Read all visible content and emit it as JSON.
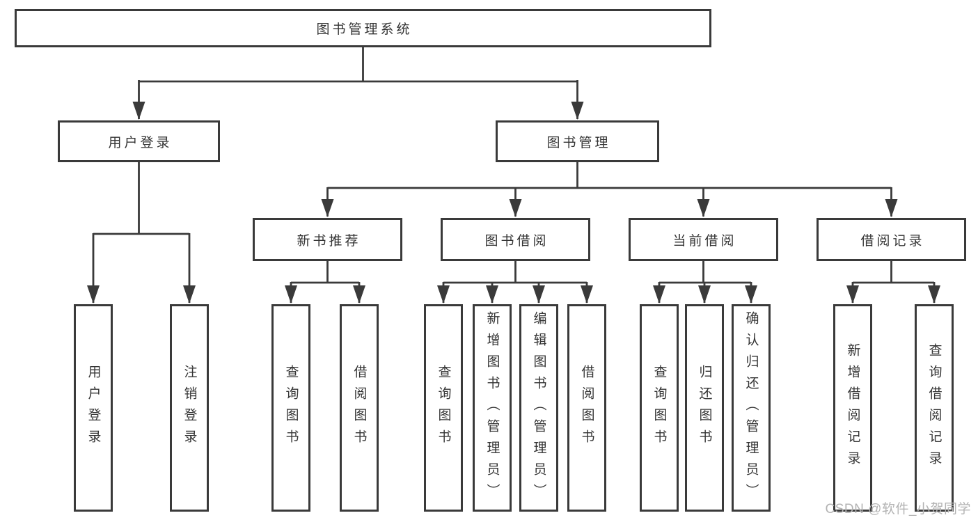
{
  "nodes": {
    "root": {
      "label": "图书管理系统"
    },
    "user_login": {
      "label": "用户登录"
    },
    "book_mgmt": {
      "label": "图书管理"
    },
    "new_book_rec": {
      "label": "新书推荐"
    },
    "book_borrow": {
      "label": "图书借阅"
    },
    "current_borrow": {
      "label": "当前借阅"
    },
    "borrow_records": {
      "label": "借阅记录"
    },
    "leaf_user_login": {
      "label": "用户登录"
    },
    "leaf_logout": {
      "label": "注销登录"
    },
    "leaf_query_books_1": {
      "label": "查询图书"
    },
    "leaf_borrow_books_1": {
      "label": "借阅图书"
    },
    "leaf_query_books_2": {
      "label": "查询图书"
    },
    "leaf_add_book": {
      "label": "新增图书（管理员）"
    },
    "leaf_edit_book": {
      "label": "编辑图书（管理员）"
    },
    "leaf_borrow_books_2": {
      "label": "借阅图书"
    },
    "leaf_query_books_3": {
      "label": "查询图书"
    },
    "leaf_return_book": {
      "label": "归还图书"
    },
    "leaf_confirm_return": {
      "label": "确认归还（管理员）"
    },
    "leaf_add_record": {
      "label": "新增借阅记录"
    },
    "leaf_query_record": {
      "label": "查询借阅记录"
    }
  },
  "watermark": {
    "text": "CSDN @软件_小贺同学"
  },
  "colors": {
    "background": "#ffffff",
    "line": "#3a3a3a",
    "box_border": "#3a3a3a",
    "text": "#343434",
    "watermark": "#b3b3b3"
  }
}
